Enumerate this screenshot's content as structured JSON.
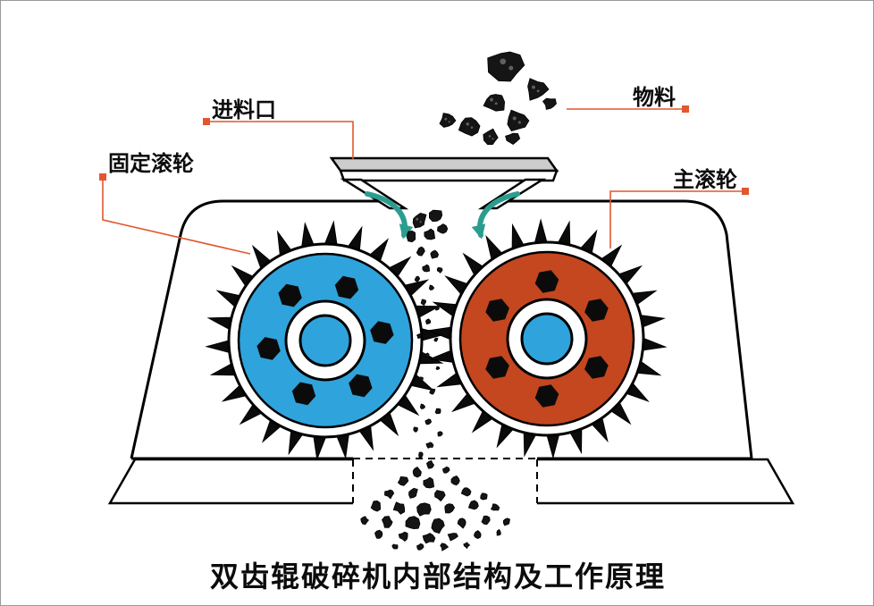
{
  "title": "双齿辊破碎机内部结构及工作原理",
  "labels": {
    "feed_inlet": "进料口",
    "material": "物料",
    "fixed_roller": "固定滚轮",
    "main_roller": "主滚轮"
  },
  "colors": {
    "fixed_roller": "#2FA3DC",
    "main_roller": "#C4471F",
    "hub_center": "#2FA3DC",
    "flow_arrow": "#2B9D8F",
    "leader": "#E2572F",
    "coal": "#151515",
    "coal_highlight": "#5F5F5F",
    "hopper_top": "#CDCDCD",
    "outline": "#000000"
  }
}
